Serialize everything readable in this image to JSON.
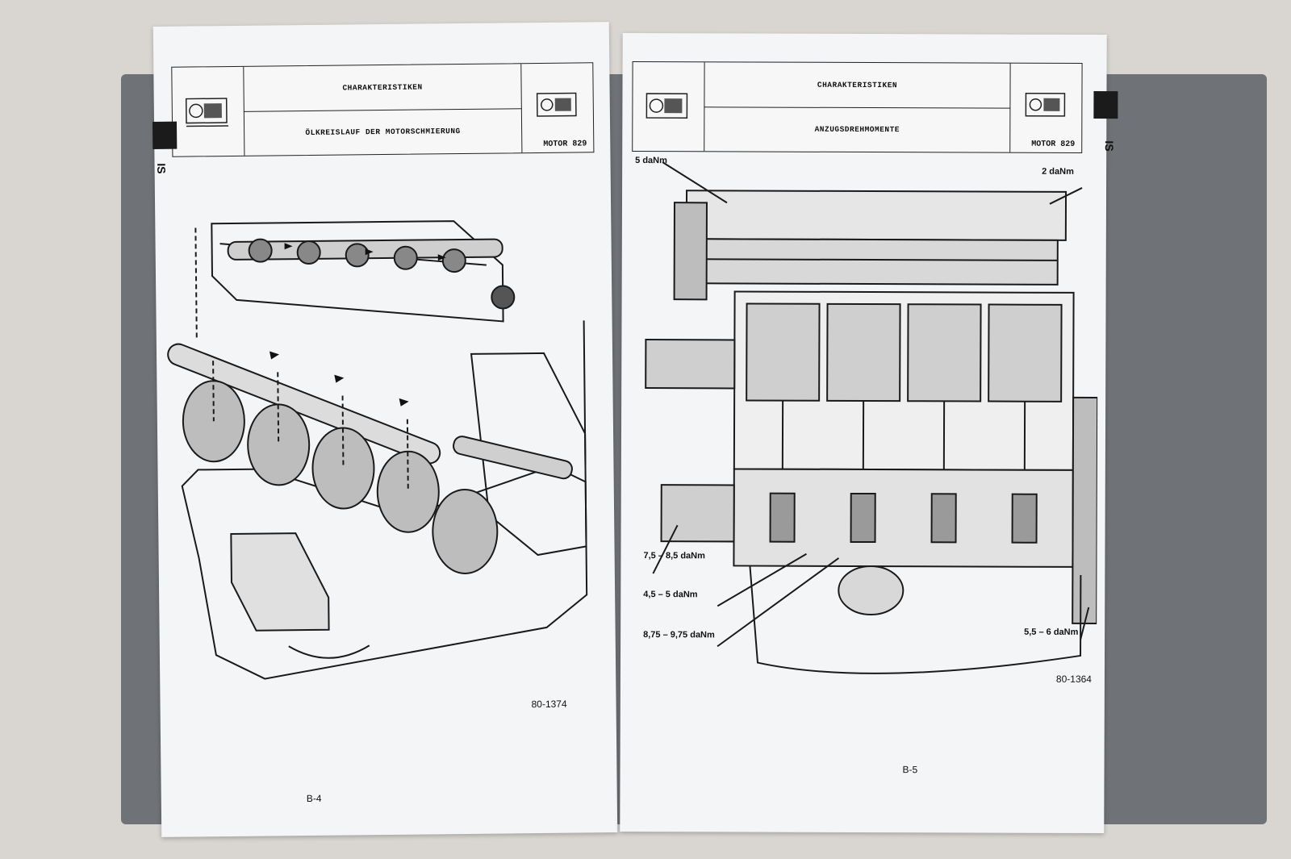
{
  "left_page": {
    "header": {
      "line1": "CHARAKTERISTIKEN",
      "line2": "ÖLKREISLAUF DER MOTORSCHMIERUNG",
      "motor": "MOTOR 829"
    },
    "side_label": "IS",
    "figure_code": "80-1374",
    "page_number": "B-4"
  },
  "right_page": {
    "header": {
      "line1": "CHARAKTERISTIKEN",
      "line2": "ANZUGSDREHMOMENTE",
      "motor": "MOTOR 829"
    },
    "side_label": "IS",
    "torques": {
      "t1": "5 daNm",
      "t2": "2 daNm",
      "t3": "7,5 – 8,5 daNm",
      "t4": "4,5 – 5 daNm",
      "t5": "8,75 – 9,75 daNm",
      "t6": "5,5 – 6 daNm"
    },
    "figure_code": "80-1364",
    "page_number": "B-5"
  },
  "colors": {
    "paper": "#f4f5f7",
    "ink": "#111111",
    "binder": "#6f7277",
    "table": "#d9d6d1"
  }
}
